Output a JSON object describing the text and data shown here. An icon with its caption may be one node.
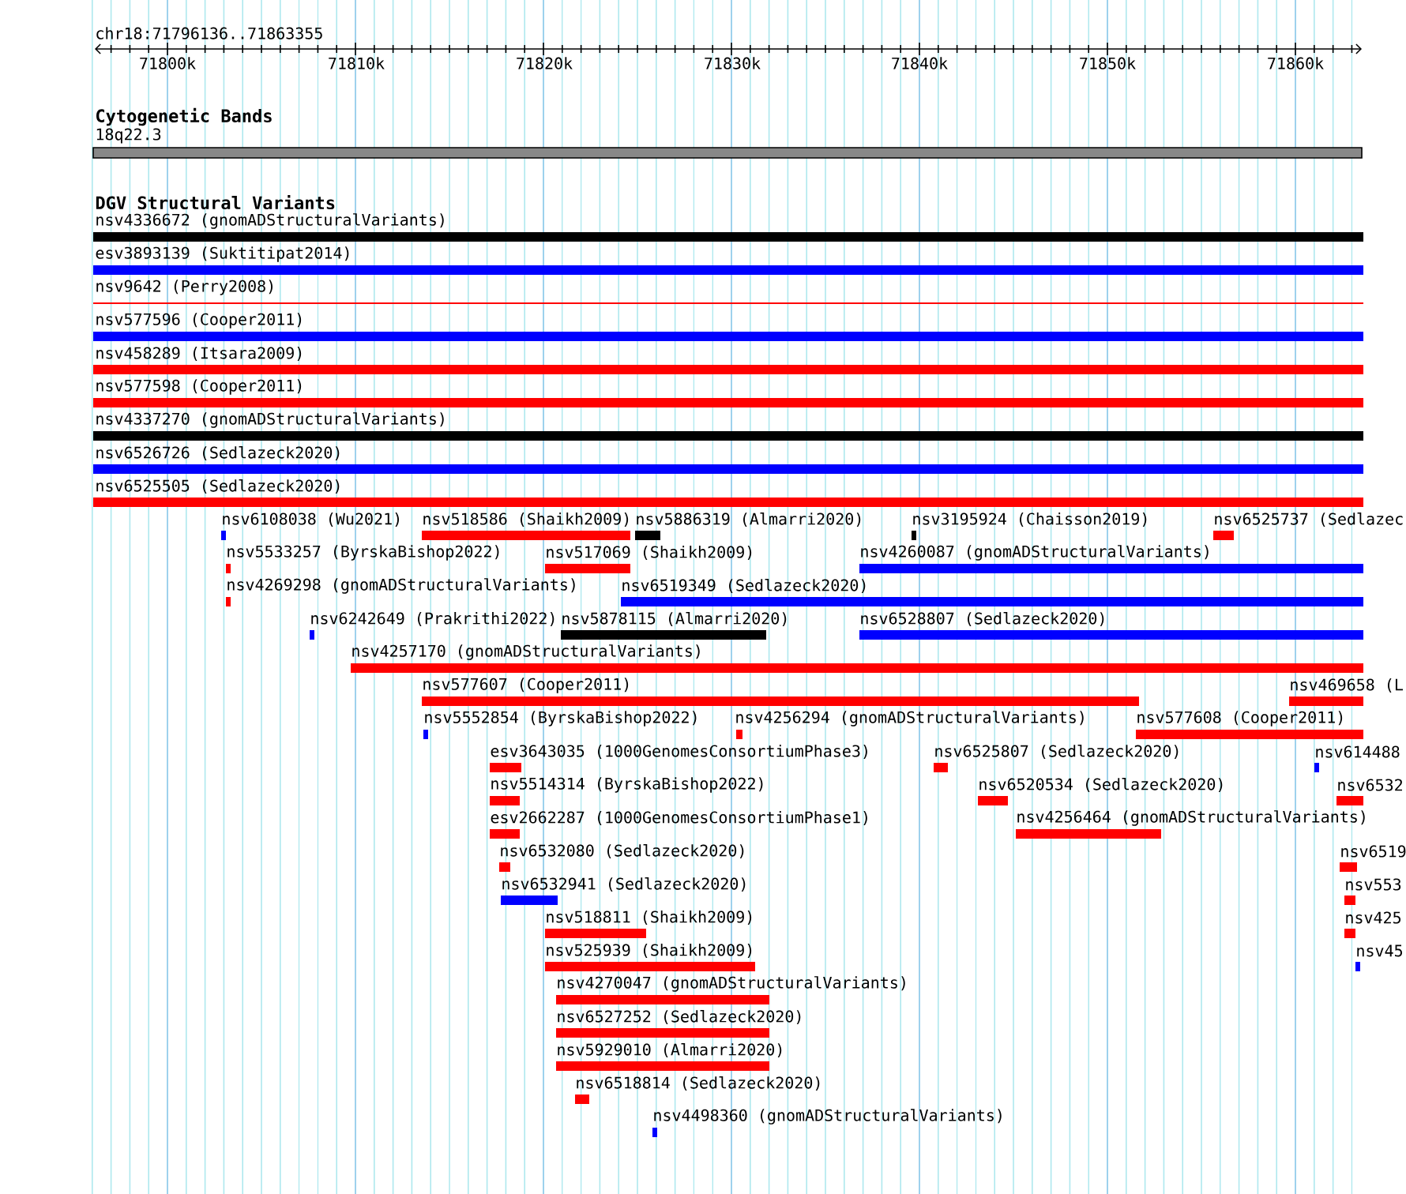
{
  "diagram": {
    "labels": [
      "chr18:71796136..71863355",
      "71800k",
      "71810k",
      "71820k",
      "71830k",
      "71840k",
      "71850k",
      "71860k",
      "Cytogenetic Bands",
      "18q22.3",
      "DGV Structural Variants",
      "nsv4336672 (gnomADStructuralVariants)",
      "esv3893139 (Suktitipat2014)",
      "nsv9642 (Perry2008)",
      "nsv577596 (Cooper2011)",
      "nsv458289 (Itsara2009)",
      "nsv577598 (Cooper2011)",
      "nsv4337270 (gnomADStructuralVariants)",
      "nsv6526726 (Sedlazeck2020)",
      "nsv6525505 (Sedlazeck2020)",
      "nsv6108038 (Wu2021)",
      "nsv518586 (Shaikh2009)",
      "nsv5886319 (Almarri2020)",
      "nsv3195924 (Chaisson2019)",
      "nsv6525737 (Sedlazec",
      "nsv5533257 (ByrskaBishop2022)",
      "nsv517069 (Shaikh2009)",
      "nsv4260087 (gnomADStructuralVariants)",
      "nsv4269298 (gnomADStructuralVariants)",
      "nsv6519349 (Sedlazeck2020)",
      "nsv6242649 (Prakrithi2022)",
      "nsv5878115 (Almarri2020)",
      "nsv6528807 (Sedlazeck2020)",
      "nsv4257170 (gnomADStructuralVariants)",
      "nsv577607 (Cooper2011)",
      "nsv469658 (L",
      "nsv5552854 (ByrskaBishop2022)",
      "nsv4256294 (gnomADStructuralVariants)",
      "nsv577608 (Cooper2011)",
      "esv3643035 (1000GenomesConsortiumPhase3)",
      "nsv6525807 (Sedlazeck2020)",
      "nsv614488",
      "nsv5514314 (ByrskaBishop2022)",
      "nsv6520534 (Sedlazeck2020)",
      "nsv6532",
      "esv2662287 (1000GenomesConsortiumPhase1)",
      "nsv4256464 (gnomADStructuralVariants)",
      "nsv6532080 (Sedlazeck2020)",
      "nsv6519",
      "nsv6532941 (Sedlazeck2020)",
      "nsv553",
      "nsv518811 (Shaikh2009)",
      "nsv425",
      "nsv525939 (Shaikh2009)",
      "nsv45",
      "nsv4270047 (gnomADStructuralVariants)",
      "nsv6527252 (Sedlazeck2020)",
      "nsv5929010 (Almarri2020)",
      "nsv6518814 (Sedlazeck2020)",
      "nsv4498360 (gnomADStructuralVariants)"
    ]
  }
}
